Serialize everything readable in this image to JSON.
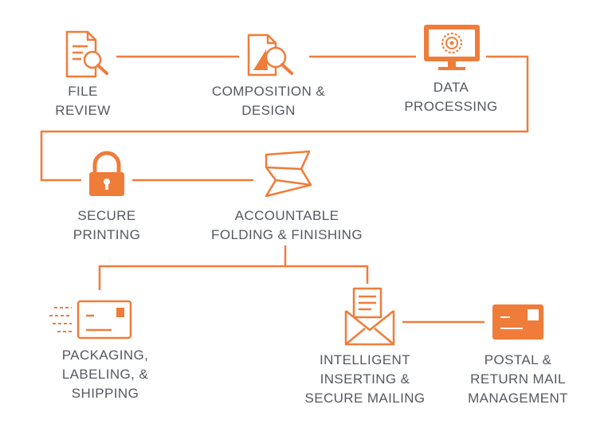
{
  "colors": {
    "accent": "#f07c3a",
    "text": "#55595f"
  },
  "steps": {
    "file_review": {
      "icon": "document-magnifier-icon",
      "lines": [
        "FILE",
        "REVIEW"
      ]
    },
    "composition_design": {
      "icon": "design-magnifier-icon",
      "lines": [
        "COMPOSITION &",
        "DESIGN"
      ]
    },
    "data_processing": {
      "icon": "monitor-gear-icon",
      "lines": [
        "DATA",
        "PROCESSING"
      ]
    },
    "secure_printing": {
      "icon": "padlock-icon",
      "lines": [
        "SECURE",
        "PRINTING"
      ]
    },
    "folding_finishing": {
      "icon": "folded-paper-icon",
      "lines": [
        "ACCOUNTABLE",
        "FOLDING & FINISHING"
      ]
    },
    "packaging_shipping": {
      "icon": "speeding-card-icon",
      "lines": [
        "PACKAGING,",
        "LABELING, &",
        "SHIPPING"
      ]
    },
    "inserting_mailing": {
      "icon": "open-envelope-icon",
      "lines": [
        "INTELLIGENT",
        "INSERTING &",
        "SECURE MAILING"
      ]
    },
    "postal_return": {
      "icon": "postcard-icon",
      "lines": [
        "POSTAL &",
        "RETURN MAIL",
        "MANAGEMENT"
      ]
    }
  }
}
